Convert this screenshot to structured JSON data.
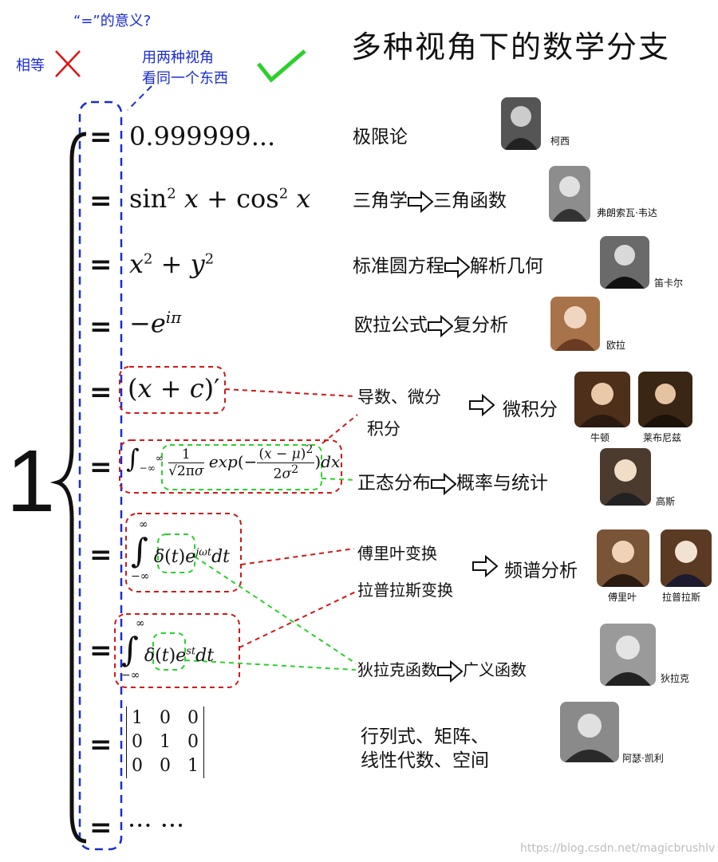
{
  "header": {
    "meaning_question": "“=”的意义?",
    "equal_label": "相等",
    "view_label_1": "用两种视角",
    "view_label_2": "看同一个东西",
    "title": "多种视角下的数学分支"
  },
  "big_one": "1",
  "rows": [
    {
      "eq": "=",
      "expr": "0.999999...",
      "branch": "极限论",
      "people": [
        "柯西"
      ]
    },
    {
      "eq": "=",
      "branch_a": "三角学",
      "branch_b": "三角函数",
      "people": [
        "弗朗索瓦·韦达"
      ]
    },
    {
      "eq": "=",
      "branch_a": "标准圆方程",
      "branch_b": "解析几何",
      "people": [
        "笛卡尔"
      ]
    },
    {
      "eq": "=",
      "branch_a": "欧拉公式",
      "branch_b": "复分析",
      "people": [
        "欧拉"
      ]
    },
    {
      "eq": "=",
      "branch_a": "导数、微分",
      "branch_a2": "积分",
      "branch_b": "微积分",
      "people": [
        "牛顿",
        "莱布尼兹"
      ]
    },
    {
      "eq": "=",
      "branch_a": "正态分布",
      "branch_b": "概率与统计",
      "people": [
        "高斯"
      ]
    },
    {
      "eq": "=",
      "branch_a": "傅里叶变换",
      "branch_a2": "拉普拉斯变换",
      "branch_b": "频谱分析",
      "people": [
        "傅里叶",
        "拉普拉斯"
      ]
    },
    {
      "eq": "=",
      "branch_a": "狄拉克函数",
      "branch_b": "广义函数",
      "people": [
        "狄拉克"
      ]
    },
    {
      "eq": "=",
      "branch_a": "行列式、矩阵、",
      "branch_a2": "线性代数、空间",
      "people": [
        "阿瑟·凯利"
      ]
    },
    {
      "eq": "=",
      "expr": "··· ···"
    }
  ],
  "watermark": "https://blog.csdn.net/magicbrushlv"
}
